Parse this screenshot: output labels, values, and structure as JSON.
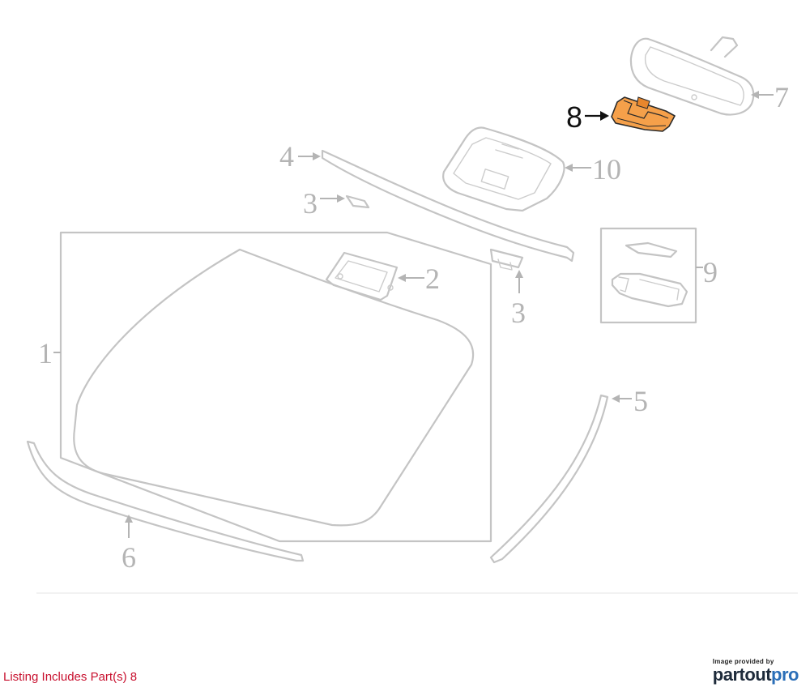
{
  "diagram": {
    "callouts": [
      "1",
      "2",
      "3",
      "3",
      "4",
      "5",
      "6",
      "7",
      "8",
      "9",
      "10"
    ],
    "highlighted_part": "8",
    "highlight_color": "#f5a04a",
    "callout_color": "#b4b4b4"
  },
  "footer": {
    "listing_note": "Listing Includes Part(s) 8",
    "provider_caption": "Image provided by",
    "brand_part1": "partout",
    "brand_part2": "pro"
  }
}
